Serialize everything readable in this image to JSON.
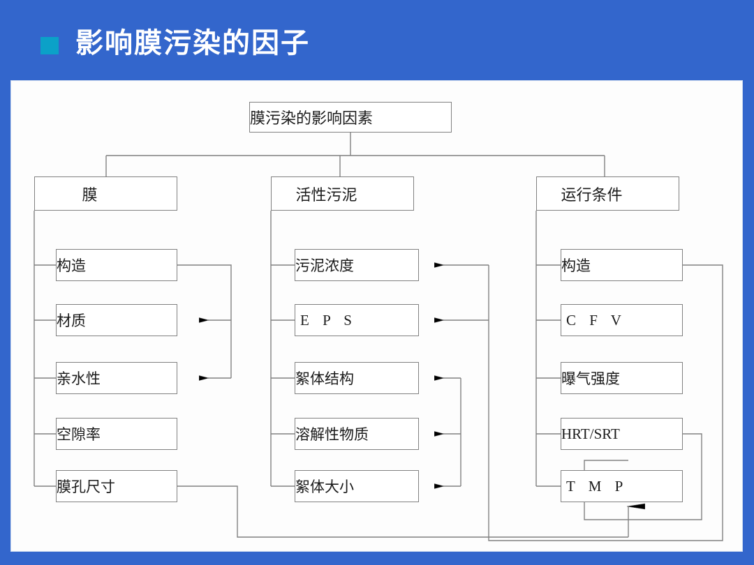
{
  "slide": {
    "title": "影响膜污染的因子",
    "bullet_color": "#0ba1c8",
    "background_color": "#3366cc",
    "panel_color": "#fdfdfd"
  },
  "diagram": {
    "type": "tree-diagram",
    "root": {
      "label": "膜污染的影响因素"
    },
    "categories": [
      {
        "id": "membrane",
        "label": "膜",
        "items": [
          {
            "label": "构造",
            "incoming_arrow": false
          },
          {
            "label": "材质",
            "incoming_arrow": true
          },
          {
            "label": "亲水性",
            "incoming_arrow": true
          },
          {
            "label": "空隙率",
            "incoming_arrow": false
          },
          {
            "label": "膜孔尺寸",
            "incoming_arrow": false
          }
        ]
      },
      {
        "id": "activated-sludge",
        "label": "活性污泥",
        "items": [
          {
            "label": "污泥浓度",
            "incoming_arrow": true
          },
          {
            "label": "E P S",
            "incoming_arrow": true
          },
          {
            "label": "絮体结构",
            "incoming_arrow": true
          },
          {
            "label": "溶解性物质",
            "incoming_arrow": true
          },
          {
            "label": "絮体大小",
            "incoming_arrow": true
          }
        ]
      },
      {
        "id": "operating-conditions",
        "label": "运行条件",
        "items": [
          {
            "label": "构造",
            "incoming_arrow": false
          },
          {
            "label": "C F V",
            "incoming_arrow": false
          },
          {
            "label": "曝气强度",
            "incoming_arrow": false
          },
          {
            "label": "HRT/SRT",
            "incoming_arrow": false
          },
          {
            "label": "T M P",
            "incoming_arrow": true
          }
        ]
      }
    ],
    "line_color": "#808080",
    "arrow_color": "#000000"
  }
}
